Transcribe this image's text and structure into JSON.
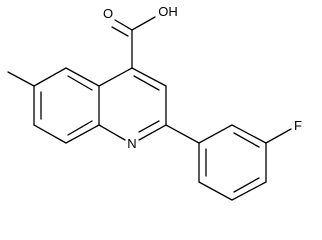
{
  "molecule": {
    "labels": {
      "hydroxyl": "OH",
      "carbonyl_oxygen": "O",
      "ring_nitrogen": "N",
      "fluorine": "F"
    }
  }
}
